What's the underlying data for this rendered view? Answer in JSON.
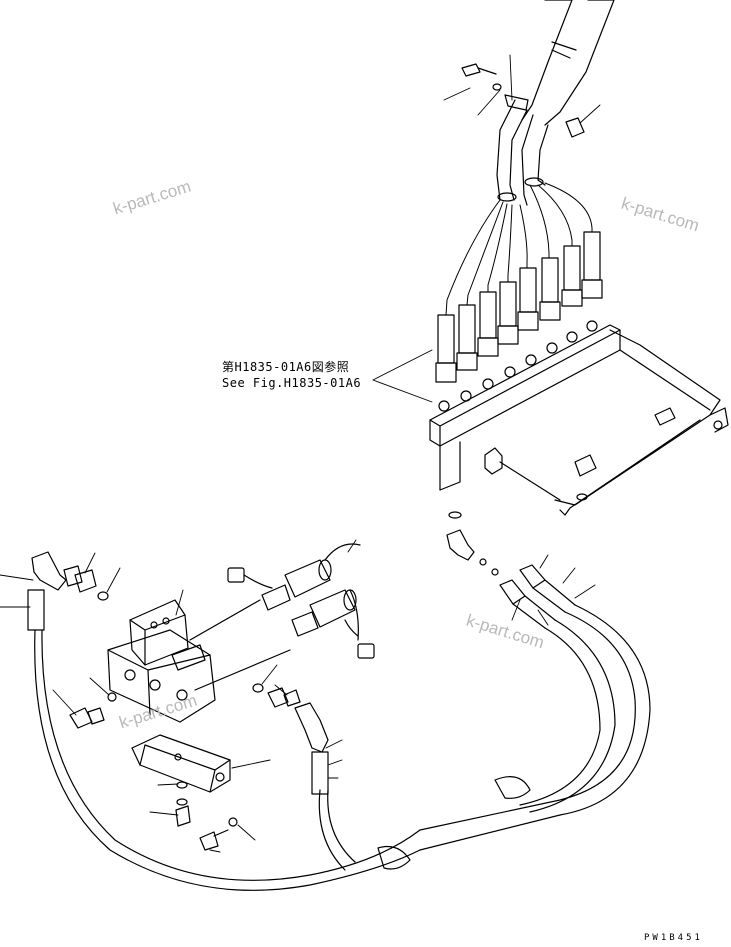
{
  "drawing": {
    "reference_jp": "第H1835-01A6図参照",
    "reference_en": "See Fig.H1835-01A6",
    "code": "PW1B451",
    "watermarks": [
      "k-part.com",
      "k-part.com",
      "k-part.com",
      "k-part.com"
    ]
  }
}
